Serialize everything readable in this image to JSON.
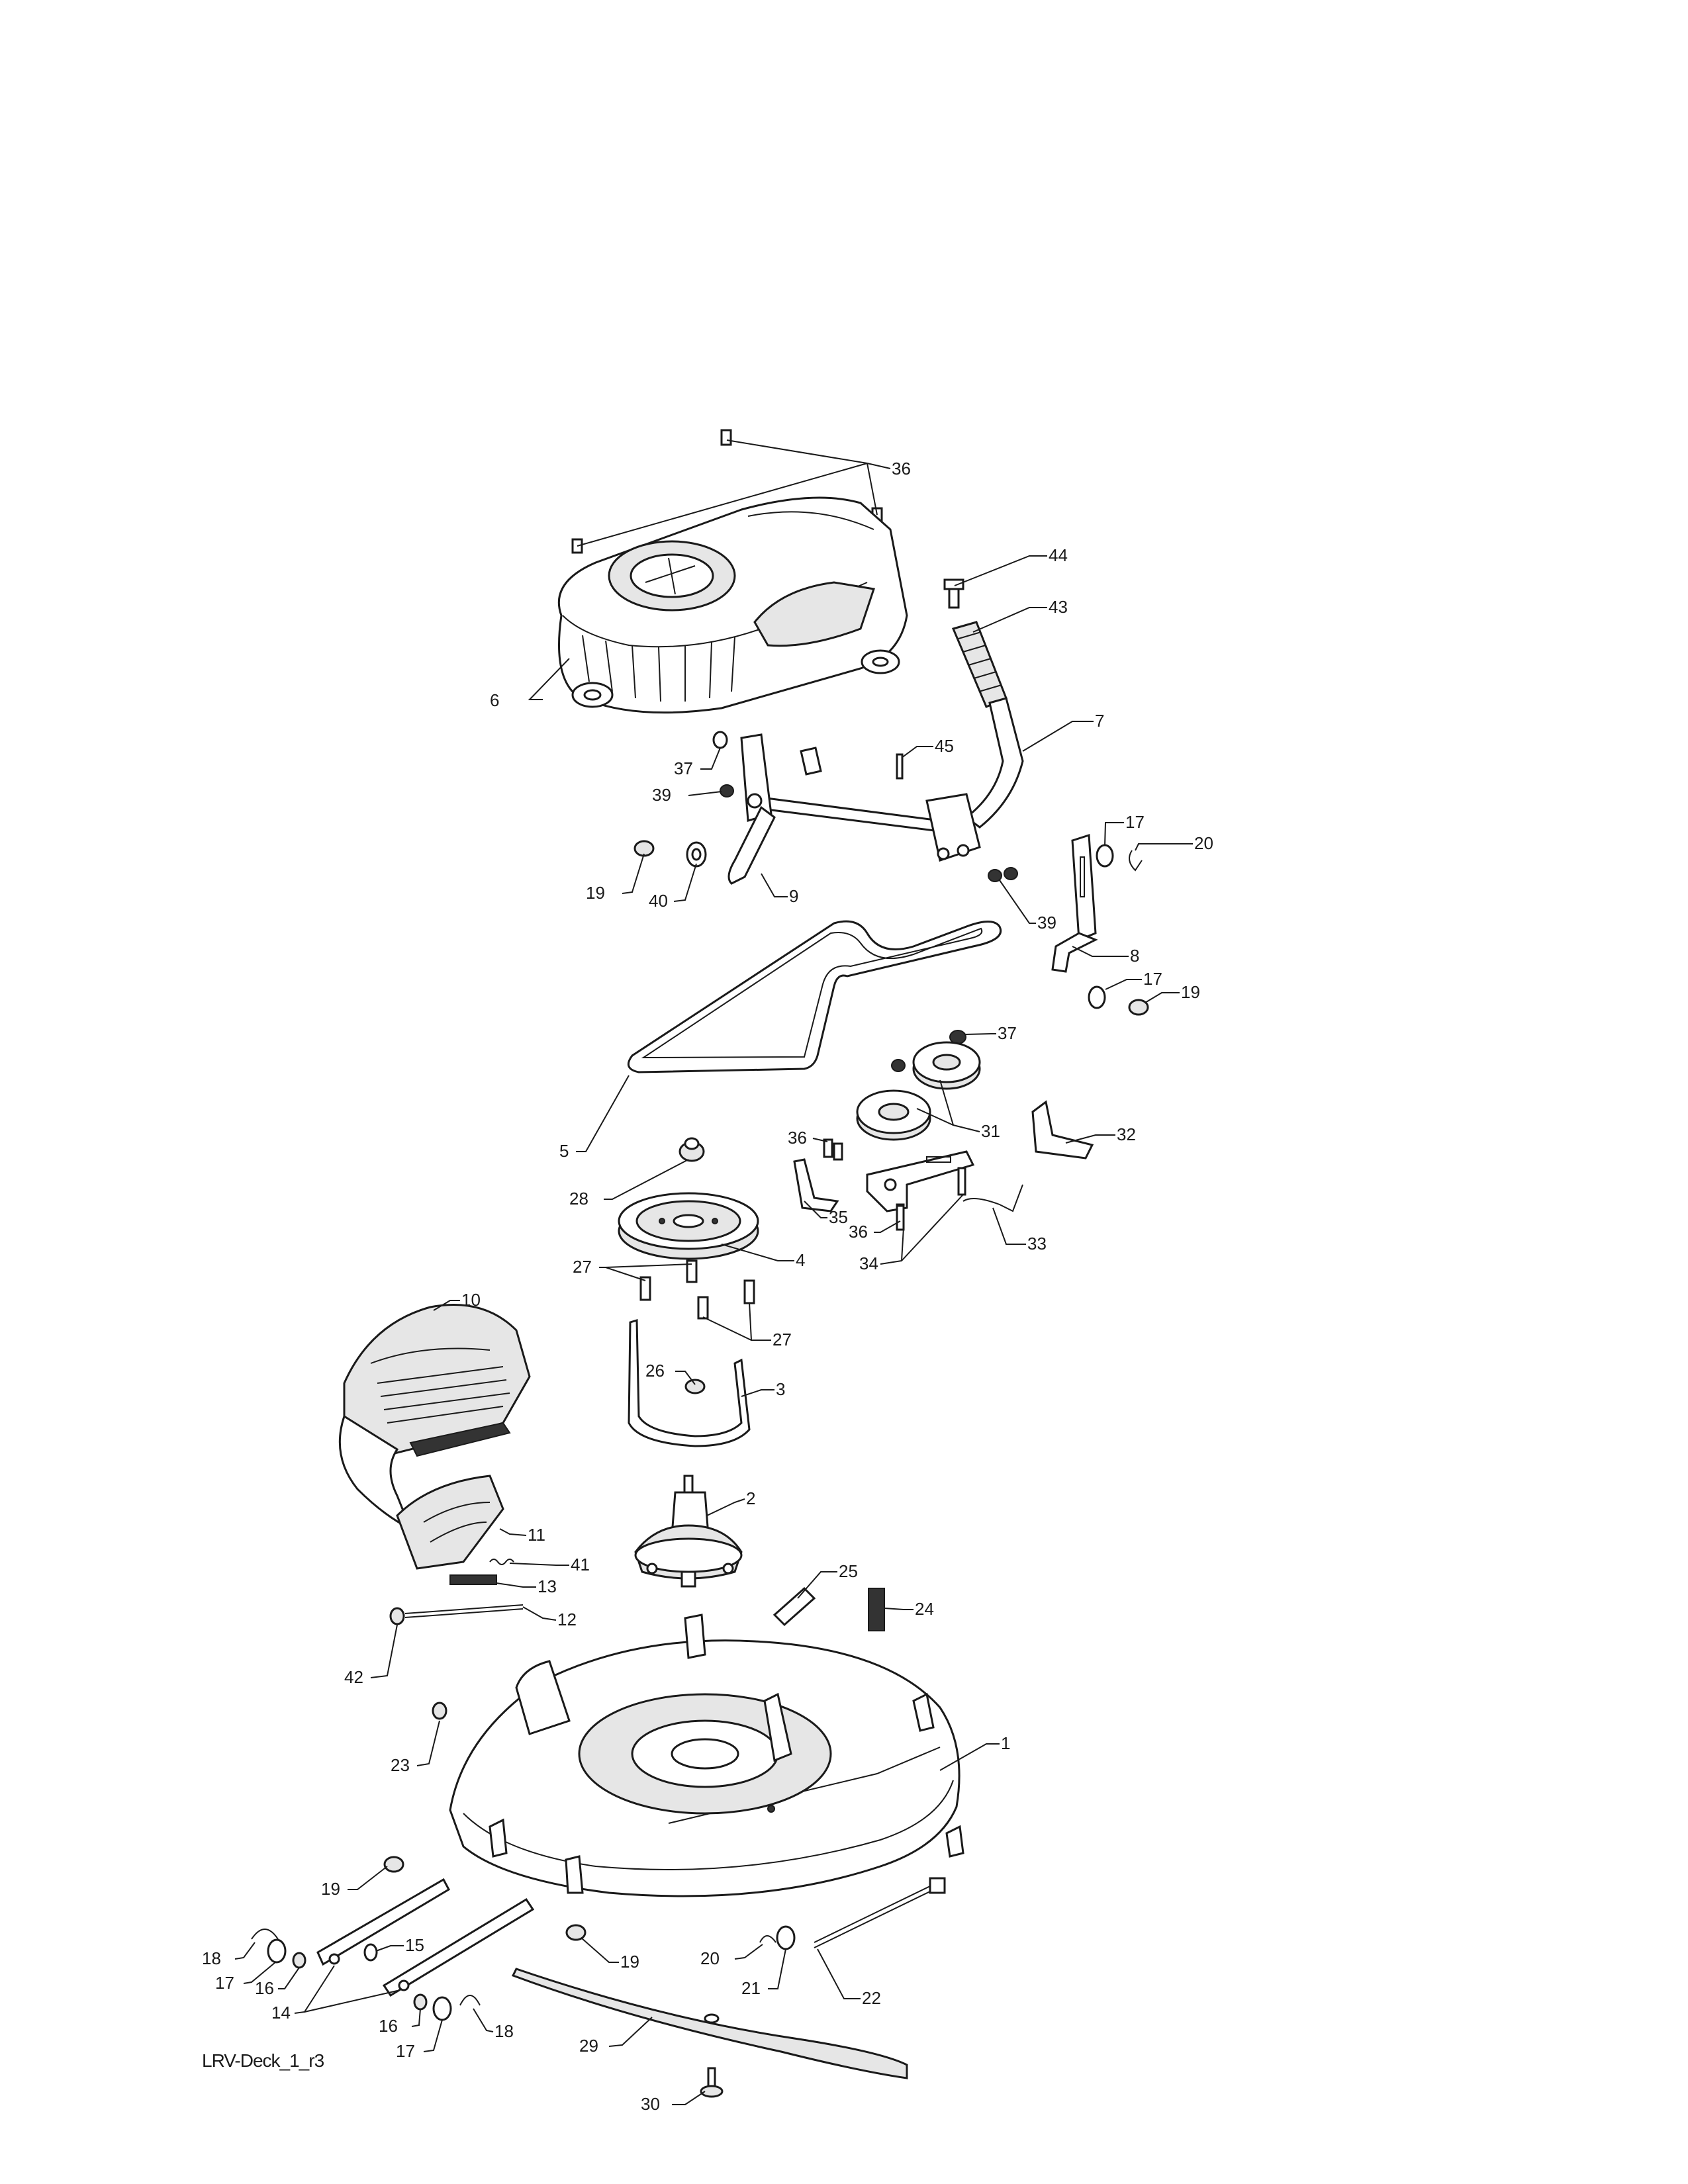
{
  "diagram_id": "LRV-Deck_1_r3",
  "callouts": [
    {
      "id": "c36a",
      "label": "36",
      "part": "bolt-36-top"
    },
    {
      "id": "c44",
      "label": "44",
      "part": "bolt-44"
    },
    {
      "id": "c43",
      "label": "43",
      "part": "grip-43"
    },
    {
      "id": "c6",
      "label": "6",
      "part": "belt-cover-6"
    },
    {
      "id": "c7",
      "label": "7",
      "part": "lift-lever-7"
    },
    {
      "id": "c45",
      "label": "45",
      "part": "pin-45"
    },
    {
      "id": "c37a",
      "label": "37",
      "part": "nut-37-upper"
    },
    {
      "id": "c39a",
      "label": "39",
      "part": "nut-39-left"
    },
    {
      "id": "c19a",
      "label": "19",
      "part": "nut-19-left"
    },
    {
      "id": "c40",
      "label": "40",
      "part": "washer-40"
    },
    {
      "id": "c9",
      "label": "9",
      "part": "bracket-9"
    },
    {
      "id": "c17a",
      "label": "17",
      "part": "washer-17-upper"
    },
    {
      "id": "c20a",
      "label": "20",
      "part": "clip-20-upper"
    },
    {
      "id": "c39b",
      "label": "39",
      "part": "nut-39-right"
    },
    {
      "id": "c8",
      "label": "8",
      "part": "link-8"
    },
    {
      "id": "c17b",
      "label": "17",
      "part": "washer-17-mid"
    },
    {
      "id": "c19b",
      "label": "19",
      "part": "nut-19-right"
    },
    {
      "id": "c37b",
      "label": "37",
      "part": "nut-37-lower"
    },
    {
      "id": "c5",
      "label": "5",
      "part": "belt-5"
    },
    {
      "id": "c36b",
      "label": "36",
      "part": "bolt-36-mid"
    },
    {
      "id": "c31",
      "label": "31",
      "part": "idler-pulleys-31"
    },
    {
      "id": "c32",
      "label": "32",
      "part": "belt-guide-32"
    },
    {
      "id": "c28",
      "label": "28",
      "part": "nut-28"
    },
    {
      "id": "c35",
      "label": "35",
      "part": "bracket-35"
    },
    {
      "id": "c36c",
      "label": "36",
      "part": "bolt-36-low"
    },
    {
      "id": "c33",
      "label": "33",
      "part": "spring-33"
    },
    {
      "id": "c4",
      "label": "4",
      "part": "spindle-pulley-4"
    },
    {
      "id": "c34",
      "label": "34",
      "part": "idler-arm-34"
    },
    {
      "id": "c27a",
      "label": "27",
      "part": "bolts-27-left"
    },
    {
      "id": "c27b",
      "label": "27",
      "part": "bolts-27-right"
    },
    {
      "id": "c10",
      "label": "10",
      "part": "discharge-chute-10"
    },
    {
      "id": "c26",
      "label": "26",
      "part": "nut-26"
    },
    {
      "id": "c3",
      "label": "3",
      "part": "belt-keeper-3"
    },
    {
      "id": "c2",
      "label": "2",
      "part": "spindle-housing-2"
    },
    {
      "id": "c11",
      "label": "11",
      "part": "chute-deflector-11"
    },
    {
      "id": "c41",
      "label": "41",
      "part": "spring-41"
    },
    {
      "id": "c13",
      "label": "13",
      "part": "spring-13"
    },
    {
      "id": "c12",
      "label": "12",
      "part": "rod-12"
    },
    {
      "id": "c25",
      "label": "25",
      "part": "clip-25"
    },
    {
      "id": "c24",
      "label": "24",
      "part": "spring-24"
    },
    {
      "id": "c42",
      "label": "42",
      "part": "nut-42"
    },
    {
      "id": "c23",
      "label": "23",
      "part": "nut-23"
    },
    {
      "id": "c1",
      "label": "1",
      "part": "mower-deck-1"
    },
    {
      "id": "c19c",
      "label": "19",
      "part": "nut-19-arm"
    },
    {
      "id": "c15",
      "label": "15",
      "part": "bushing-15"
    },
    {
      "id": "c18a",
      "label": "18",
      "part": "pin-18-left"
    },
    {
      "id": "c17c",
      "label": "17",
      "part": "washer-17-left"
    },
    {
      "id": "c16a",
      "label": "16",
      "part": "spacer-16-left"
    },
    {
      "id": "c14",
      "label": "14",
      "part": "hanger-arms-14"
    },
    {
      "id": "c19d",
      "label": "19",
      "part": "nut-19-deck"
    },
    {
      "id": "c20b",
      "label": "20",
      "part": "clip-20-lower"
    },
    {
      "id": "c21",
      "label": "21",
      "part": "washer-21"
    },
    {
      "id": "c22",
      "label": "22",
      "part": "rod-22"
    },
    {
      "id": "c16b",
      "label": "16",
      "part": "spacer-16-right"
    },
    {
      "id": "c17d",
      "label": "17",
      "part": "washer-17-right"
    },
    {
      "id": "c18b",
      "label": "18",
      "part": "pin-18-right"
    },
    {
      "id": "c29",
      "label": "29",
      "part": "blade-29"
    },
    {
      "id": "c30",
      "label": "30",
      "part": "blade-bolt-30"
    }
  ]
}
